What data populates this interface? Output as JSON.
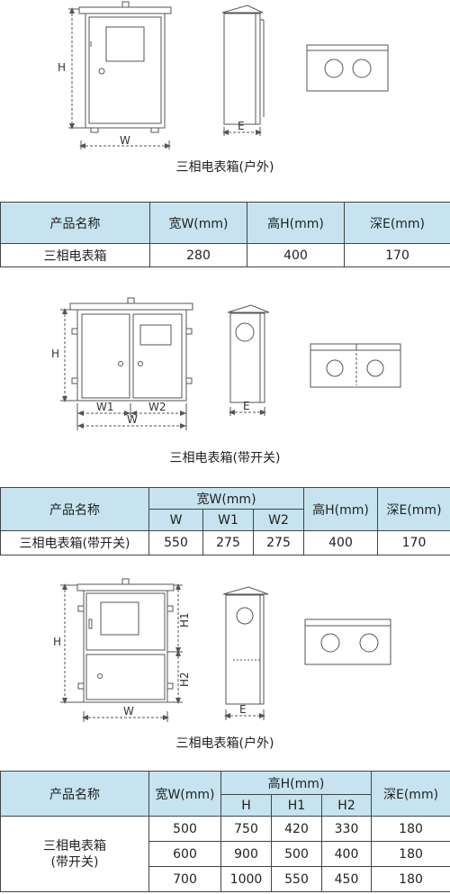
{
  "sections": [
    {
      "caption": "三相电表箱(户外)",
      "labels": {
        "h": "H",
        "w": "W",
        "e": "E"
      },
      "table": {
        "headers": [
          "产品名称",
          "宽W(mm)",
          "高H(mm)",
          "深E(mm)"
        ],
        "rows": [
          [
            "三相电表箱",
            "280",
            "400",
            "170"
          ]
        ]
      }
    },
    {
      "caption": "三相电表箱(带开关)",
      "labels": {
        "h": "H",
        "w": "W",
        "w1": "W1",
        "w2": "W2",
        "e": "E"
      },
      "table": {
        "product_header": "产品名称",
        "width_header": "宽W(mm)",
        "height_header": "高H(mm)",
        "depth_header": "深E(mm)",
        "width_sub": [
          "W",
          "W1",
          "W2"
        ],
        "rows": [
          [
            "三相电表箱(带开关)",
            "550",
            "275",
            "275",
            "400",
            "170"
          ]
        ]
      }
    },
    {
      "caption": "三相电表箱(户外)",
      "labels": {
        "h": "H",
        "h1": "H1",
        "h2": "H2",
        "w": "W",
        "e": "E"
      },
      "table": {
        "product_header": "产品名称",
        "width_header": "宽W(mm)",
        "height_header": "高H(mm)",
        "depth_header": "深E(mm)",
        "height_sub": [
          "H",
          "H1",
          "H2"
        ],
        "product_name": "三相电表箱\n(带开关)",
        "rows": [
          [
            "500",
            "750",
            "420",
            "330",
            "180"
          ],
          [
            "600",
            "900",
            "500",
            "400",
            "180"
          ],
          [
            "700",
            "1000",
            "550",
            "450",
            "180"
          ]
        ]
      }
    }
  ]
}
